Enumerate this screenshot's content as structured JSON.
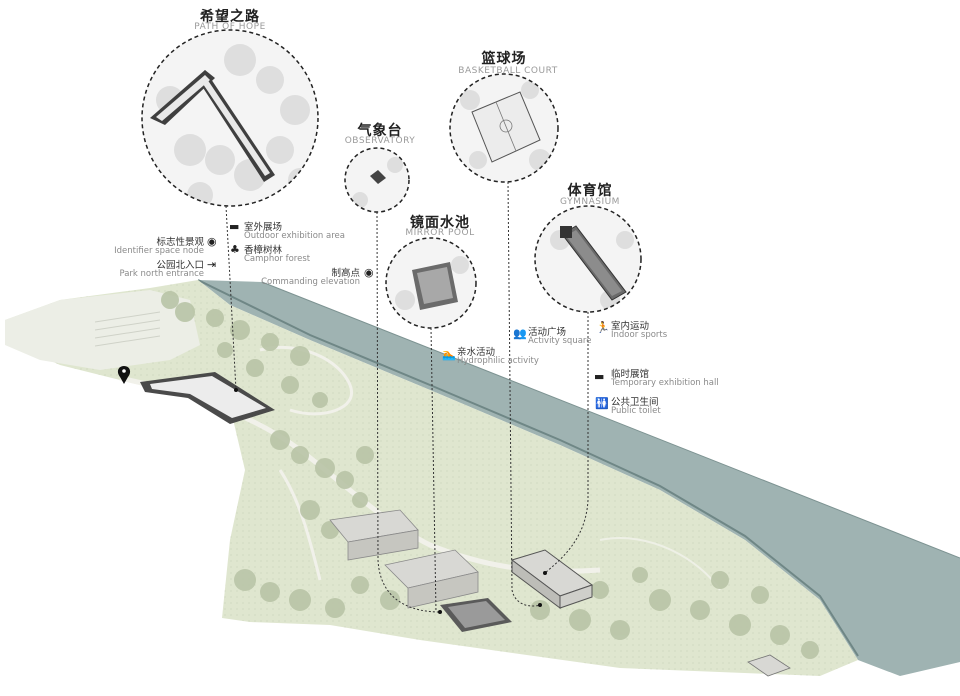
{
  "zones": [
    {
      "zh": "希望之路",
      "en": "PATH OF HOPE"
    },
    {
      "zh": "篮球场",
      "en": "BASKETBALL COURT"
    },
    {
      "zh": "气象台",
      "en": "OBSERVATORY"
    },
    {
      "zh": "体育馆",
      "en": "GYMNASIUM"
    },
    {
      "zh": "镜面水池",
      "en": "MIRROR POOL"
    }
  ],
  "features": {
    "outdoor_exhibition": {
      "zh": "室外展场",
      "en": "Outdoor exhibition area",
      "icon": "billboard-icon"
    },
    "camphor_forest": {
      "zh": "香樟树林",
      "en": "Camphor forest",
      "icon": "tree-icon"
    },
    "identifier_node": {
      "zh": "标志性景观",
      "en": "Identifier space node",
      "icon": "eye-icon"
    },
    "park_entrance": {
      "zh": "公园北入口",
      "en": "Park north entrance",
      "icon": "entrance-icon"
    },
    "commanding_elevation": {
      "zh": "制高点",
      "en": "Commanding elevation",
      "icon": "eye-icon"
    },
    "hydrophilic": {
      "zh": "亲水活动",
      "en": "Hydrophilic activity",
      "icon": "swimmer-icon"
    },
    "activity_square": {
      "zh": "活动广场",
      "en": "Activity square",
      "icon": "people-icon"
    },
    "indoor_sports": {
      "zh": "室内运动",
      "en": "Indoor sports",
      "icon": "runner-icon"
    },
    "temp_exhibition": {
      "zh": "临时展馆",
      "en": "Temporary exhibition hall",
      "icon": "billboard-icon"
    },
    "public_toilet": {
      "zh": "公共卫生间",
      "en": "Public toilet",
      "icon": "toilet-icon"
    }
  },
  "colors": {
    "grass": "#dfe6cf",
    "grass_dark": "#c9d4b4",
    "river": "#9fb3b2",
    "river_edge": "#6f8786",
    "tree": "#b9c4a7",
    "building": "#d8d8d4",
    "plaza": "#ececec"
  }
}
